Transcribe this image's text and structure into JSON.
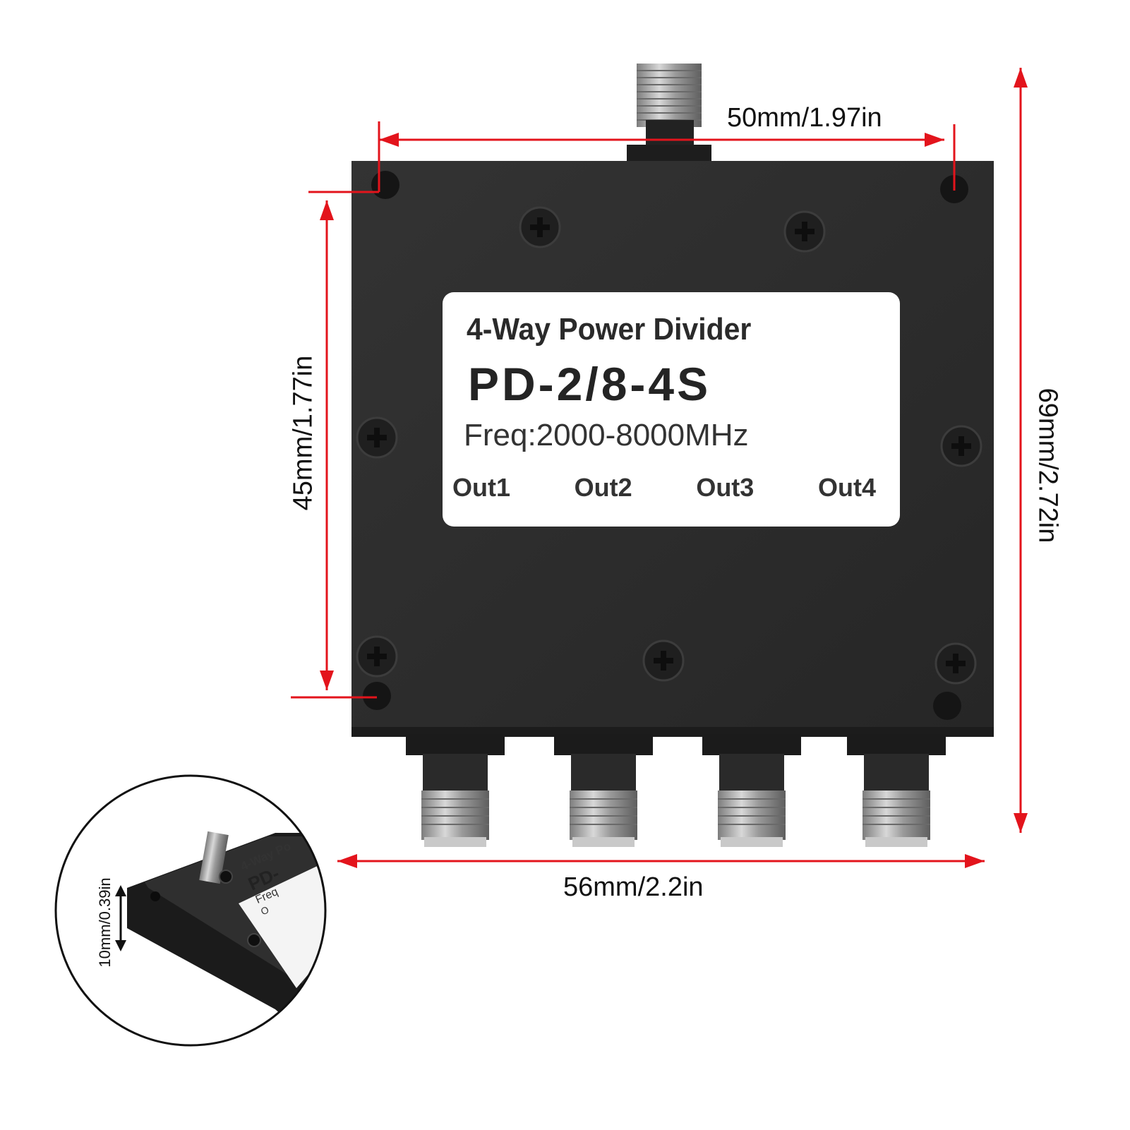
{
  "label": {
    "title": "4-Way Power Divider",
    "model": "PD-2/8-4S",
    "freq": "Freq:2000-8000MHz",
    "outputs": [
      "Out1",
      "Out2",
      "Out3",
      "Out4"
    ]
  },
  "dimensions": {
    "hole_spacing": "50mm/1.97in",
    "hole_height": "45mm/1.77in",
    "total_height": "69mm/2.72in",
    "width": "56mm/2.2in",
    "thickness": "10mm/0.39in"
  },
  "inset": {
    "label_fragments": [
      "4-Way Po",
      "PD-",
      "Freq",
      "O"
    ]
  },
  "colors": {
    "body": "#2b2b2b",
    "arrow": "#e3141c",
    "label_bg": "#ffffff"
  }
}
